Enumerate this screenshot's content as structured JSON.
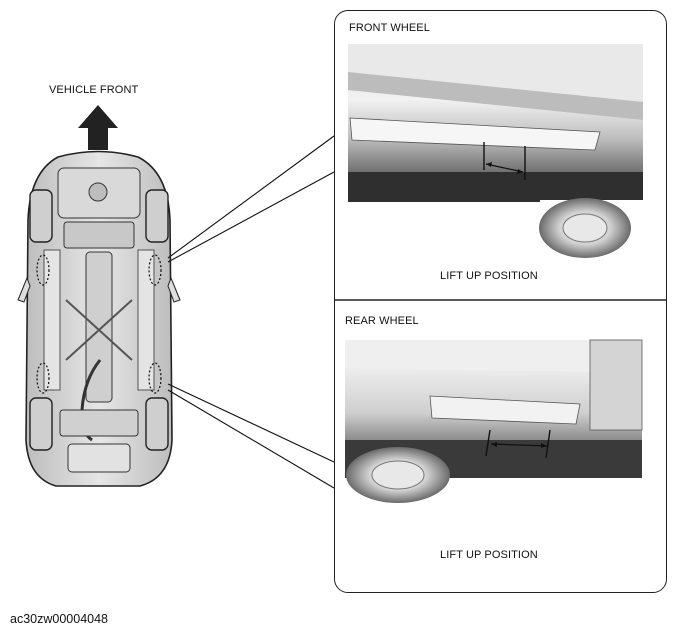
{
  "labels": {
    "vehicle_front": "VEHICLE FRONT",
    "front_wheel": "FRONT WHEEL",
    "rear_wheel": "REAR WHEEL",
    "front_lift_position": "LIFT UP POSITION",
    "rear_lift_position": "LIFT UP POSITION"
  },
  "figure_id": "ac30zw00004048"
}
